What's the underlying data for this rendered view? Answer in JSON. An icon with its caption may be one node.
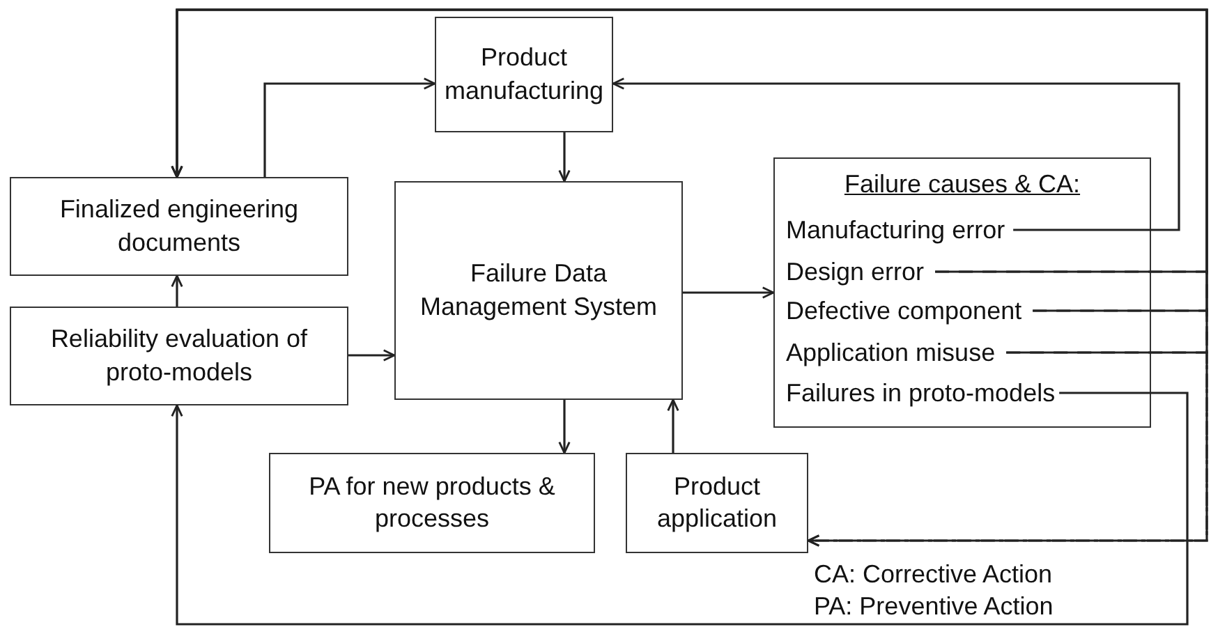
{
  "diagram": {
    "nodes": [
      {
        "text": [
          "Product manufacturing"
        ]
      },
      {
        "text": [
          "Finalized engineering documents"
        ]
      },
      {
        "text": [
          "Failure Data Management System"
        ]
      },
      {
        "text": [
          "Failure causes & CA:"
        ]
      },
      {
        "text": [
          "Manufacturing error"
        ],
        "in": 3
      },
      {
        "text": [
          "Design error"
        ],
        "in": 3
      },
      {
        "text": [
          "Defective component"
        ],
        "in": 3
      },
      {
        "text": [
          "Application misuse"
        ],
        "in": 3
      },
      {
        "text": [
          "Failures in proto-models"
        ],
        "in": 3
      },
      {
        "text": [
          "Reliability evaluation of proto-models"
        ]
      },
      {
        "text": [
          "PA for new products & processes"
        ]
      },
      {
        "text": [
          "Product application"
        ]
      }
    ],
    "edges": [
      {
        "from": 1,
        "to": 0,
        "arrow": "to"
      },
      {
        "from": 0,
        "to": 2,
        "arrow": "to"
      },
      {
        "from": 9,
        "to": 1,
        "arrow": "to"
      },
      {
        "from": 9,
        "to": 2,
        "arrow": "to"
      },
      {
        "from": 2,
        "to": 3,
        "arrow": "to"
      },
      {
        "from": 2,
        "to": 10,
        "arrow": "to"
      },
      {
        "from": 11,
        "to": 2,
        "arrow": "to"
      },
      {
        "from": 4,
        "to": 0,
        "arrow": "to"
      },
      {
        "from": 5,
        "to": 1,
        "arrow": "to"
      },
      {
        "from": 6,
        "to": 1,
        "arrow": "to"
      },
      {
        "from": 7,
        "to": 1,
        "arrow": "to"
      },
      {
        "from": 5,
        "to": 11,
        "arrow": "to",
        "style": "dashed"
      },
      {
        "from": 6,
        "to": 11,
        "arrow": "to",
        "style": "dashed"
      },
      {
        "from": 7,
        "to": 11,
        "arrow": "to",
        "style": "dashed"
      },
      {
        "from": 8,
        "to": 9,
        "arrow": "to"
      }
    ],
    "labels": [
      "CA: Corrective Action",
      "PA: Preventive Action"
    ]
  }
}
